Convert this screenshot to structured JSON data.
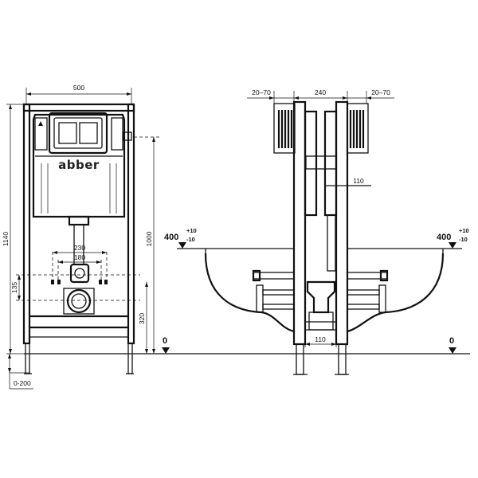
{
  "front_view": {
    "dim_width": "500",
    "dim_height_total": "1140",
    "dim_height_frame": "1000",
    "dim_pipe_spacing": "230",
    "dim_inner_spacing": "180",
    "dim_height_135": "135",
    "dim_height_320": "320",
    "dim_adjust": "0-200",
    "brand": "abber"
  },
  "side_view": {
    "dim_left_range": "20–70",
    "dim_center": "240",
    "dim_right_range": "20–70",
    "dim_depth": "110",
    "dim_bottom": "110",
    "level_left": "400",
    "level_right": "400",
    "tol_plus": "+10",
    "tol_minus": "-10",
    "floor_left": "0",
    "floor_right": "0"
  }
}
